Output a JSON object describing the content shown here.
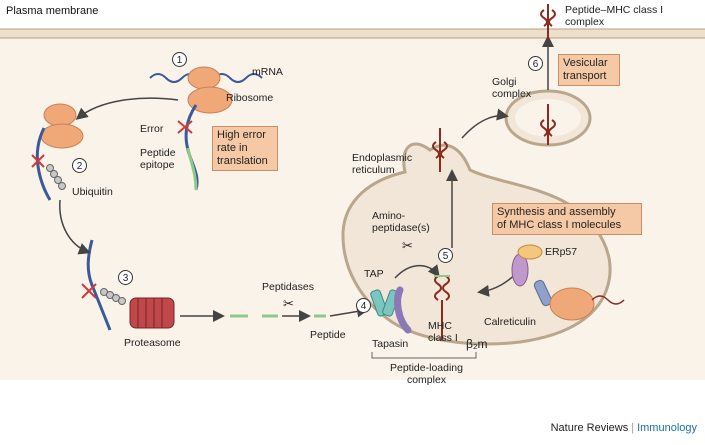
{
  "header": "Plasma membrane",
  "labels": {
    "mrna": "mRNA",
    "ribosome": "Ribosome",
    "error": "Error",
    "peptide_epitope": "Peptide\nepitope",
    "ubiquitin": "Ubiquitin",
    "proteasome": "Proteasome",
    "peptidases": "Peptidases",
    "peptide": "Peptide",
    "er": "Endoplasmic\nreticulum",
    "aminopeptidases": "Amino-\npeptidase(s)",
    "tap": "TAP",
    "tapasin": "Tapasin",
    "mhc": "MHC\nclass I",
    "b2m": "β₂m",
    "loading_complex": "Peptide-loading\ncomplex",
    "calreticulin": "Calreticulin",
    "erp57": "ERp57",
    "golgi": "Golgi\ncomplex",
    "pmhc": "Peptide–MHC class I\ncomplex"
  },
  "boxes": {
    "error_rate": "High error\nrate in\ntranslation",
    "synthesis": "Synthesis and assembly\nof MHC class I molecules",
    "vesicular": "Vesicular\ntransport"
  },
  "steps": [
    "1",
    "2",
    "3",
    "4",
    "5",
    "6"
  ],
  "footer": {
    "journal": "Nature Reviews",
    "section": "Immunology"
  },
  "colors": {
    "membrane": "#efe3d0",
    "cytosol": "#faf3ea",
    "er_fill": "#f1e6d7",
    "ribosome": "#f0a878",
    "box": "#f6c9a6",
    "tap": "#7cc6c0",
    "tapasin": "#8a78b8",
    "calreticulin": "#c098cc",
    "erp57": "#f4c77c",
    "mrna": "#3a5a9a",
    "peptide": "#8fc98a",
    "mhc": "#8b2a1e"
  }
}
